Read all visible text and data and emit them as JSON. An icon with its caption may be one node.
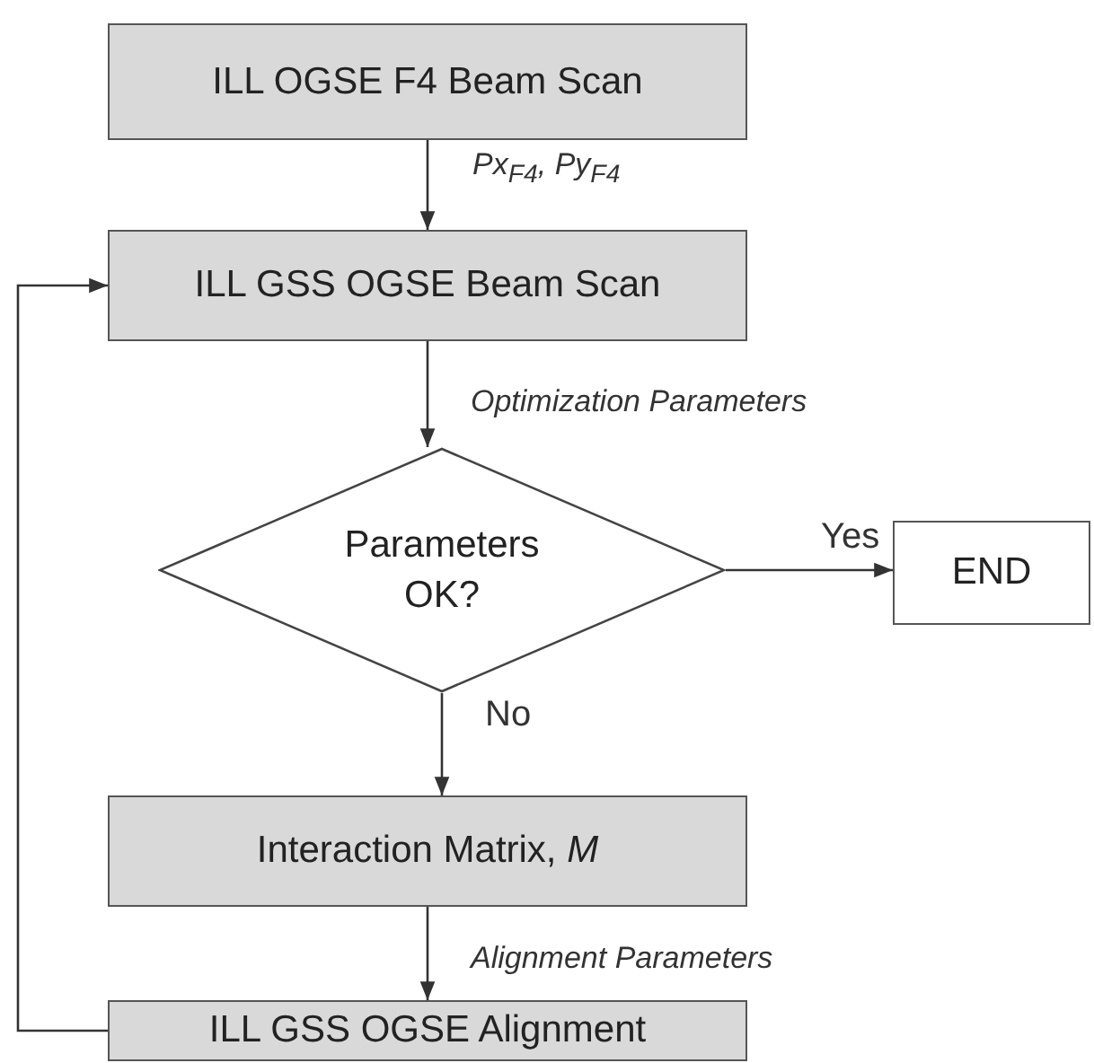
{
  "diagram": {
    "nodes": [
      {
        "text": [
          "ILL OGSE F4 Beam Scan"
        ]
      },
      {
        "text": [
          "ILL GSS OGSE Beam Scan"
        ]
      },
      {
        "text": [
          "Parameters OK?"
        ]
      },
      {
        "text": [
          "END"
        ]
      },
      {
        "text": [
          "Interaction Matrix, *M*"
        ]
      },
      {
        "text": [
          "ILL GSS OGSE Alignment"
        ]
      }
    ],
    "edges": [
      {
        "from": 0,
        "to": 1,
        "arrow": "to",
        "label": "Px$_{F4}$, Py$_{F4}$"
      },
      {
        "from": 1,
        "to": 2,
        "arrow": "to",
        "label": "Optimization Parameters"
      },
      {
        "from": 2,
        "to": 3,
        "arrow": "to",
        "label": "Yes"
      },
      {
        "from": 2,
        "to": 4,
        "arrow": "to",
        "label": "No"
      },
      {
        "from": 4,
        "to": 5,
        "arrow": "to",
        "label": "Alignment Parameters"
      },
      {
        "from": 5,
        "to": 1,
        "arrow": "to"
      }
    ]
  }
}
